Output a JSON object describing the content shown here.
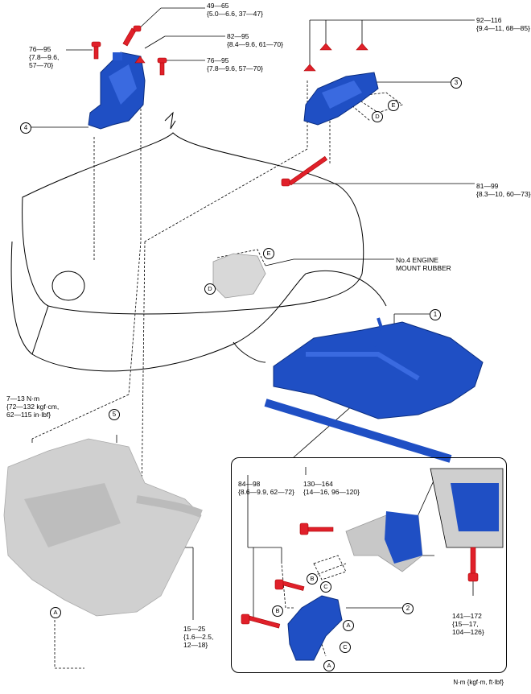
{
  "torque_labels": {
    "t1": "49—65\n{5.0—6.6, 37—47}",
    "t2": "82—95\n{8.4—9.6, 61—70}",
    "t3": "76—95\n{7.8—9.6,\n57—70}",
    "t4": "76—95\n{7.8—9.6, 57—70}",
    "t5": "92—116\n{9.4—11, 68—85}",
    "t6": "81—99\n{8.3—10, 60—73}",
    "t7": "7—13 N·m\n{72—132 kgf·cm,\n62—115 in·lbf}",
    "t8": "84—98\n{8.6—9.9, 62—72}",
    "t9": "130—164\n{14—16, 96—120}",
    "t10": "141—172\n{15—17,\n104—126}",
    "t11": "15—25\n{1.6—2.5,\n12—18}"
  },
  "part_callouts": [
    "1",
    "2",
    "3",
    "4",
    "5"
  ],
  "ref_letters": [
    "A",
    "B",
    "C",
    "D",
    "E"
  ],
  "engine_mount_label": "No.4 ENGINE\nMOUNT RUBBER",
  "units_note": "N·m {kgf·m, ft·lbf}",
  "colors": {
    "part_blue": "#1f4fc4",
    "bolt_red": "#e0202a",
    "engine_gray": "#c8c8c8"
  }
}
